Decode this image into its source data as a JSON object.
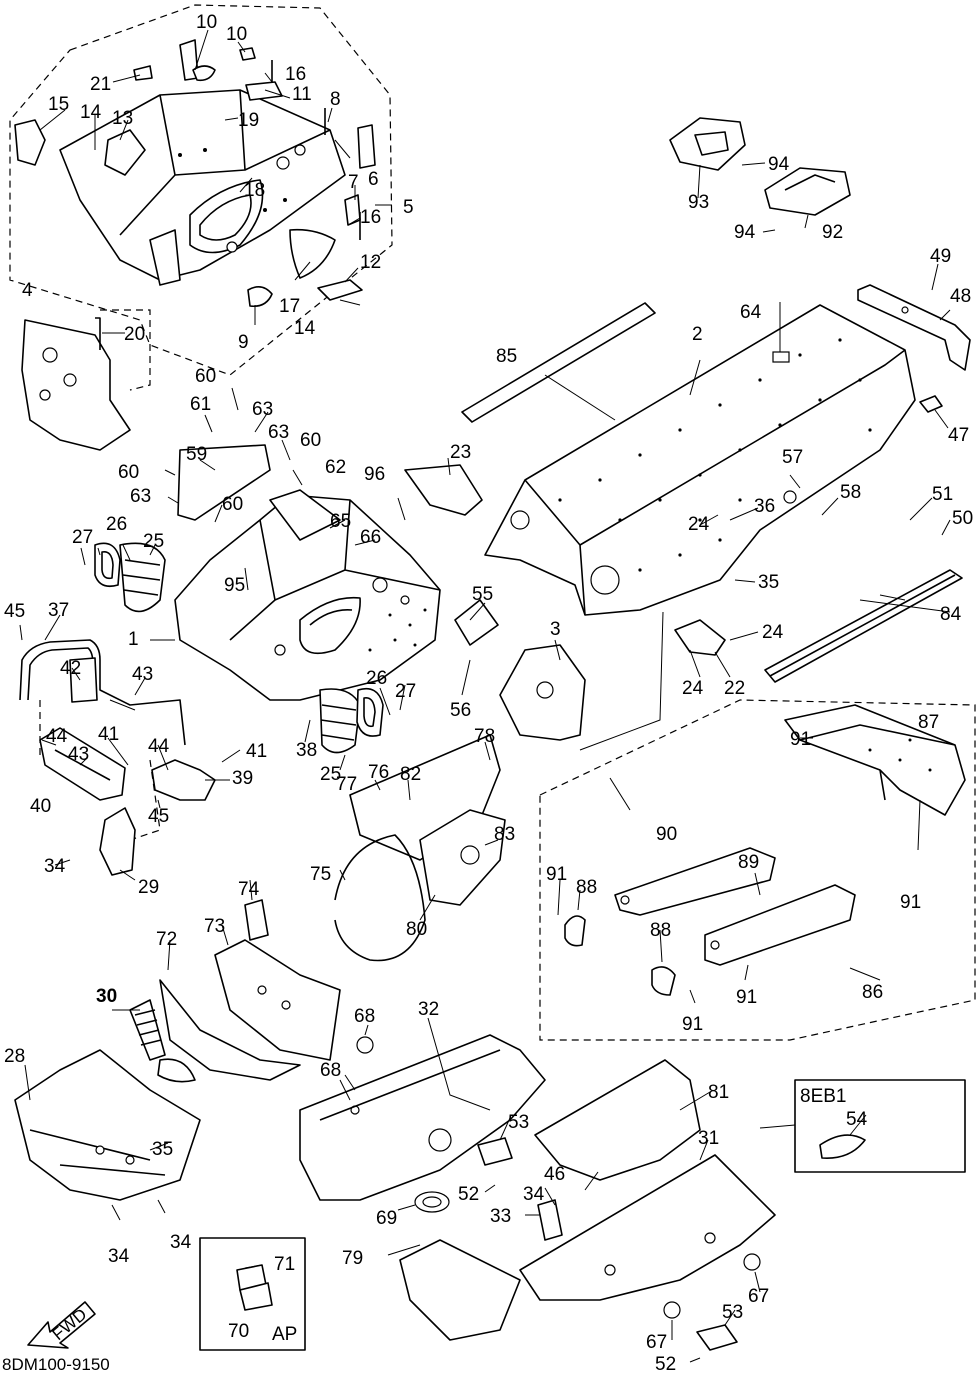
{
  "diagram": {
    "drawing_code": "8DM100-9150",
    "fwd_label": "FWD",
    "inset_8eb1": {
      "label": "8EB1",
      "part": "54"
    },
    "inset_ap": {
      "label": "AP",
      "parts": [
        "70",
        "71"
      ]
    },
    "callouts": {
      "c1": "1",
      "c2": "2",
      "c3": "3",
      "c4": "4",
      "c5": "5",
      "c6": "6",
      "c7": "7",
      "c8": "8",
      "c9": "9",
      "c10a": "10",
      "c10b": "10",
      "c11": "11",
      "c12": "12",
      "c13": "13",
      "c14a": "14",
      "c14b": "14",
      "c15": "15",
      "c16a": "16",
      "c16b": "16",
      "c17": "17",
      "c18": "18",
      "c19": "19",
      "c20": "20",
      "c21": "21",
      "c22": "22",
      "c23": "23",
      "c24a": "24",
      "c24b": "24",
      "c24c": "24",
      "c25a": "25",
      "c25b": "25",
      "c26a": "26",
      "c26b": "26",
      "c27a": "27",
      "c27b": "27",
      "c28": "28",
      "c29": "29",
      "c30": "30",
      "c31": "31",
      "c32": "32",
      "c33": "33",
      "c34a": "34",
      "c34b": "34",
      "c34c": "34",
      "c34d": "34",
      "c35a": "35",
      "c35b": "35",
      "c36": "36",
      "c37": "37",
      "c38": "38",
      "c39": "39",
      "c40": "40",
      "c41a": "41",
      "c41b": "41",
      "c42": "42",
      "c43a": "43",
      "c43b": "43",
      "c44a": "44",
      "c44b": "44",
      "c45a": "45",
      "c45b": "45",
      "c46": "46",
      "c47": "47",
      "c48": "48",
      "c49": "49",
      "c50": "50",
      "c51": "51",
      "c52a": "52",
      "c52b": "52",
      "c53a": "53",
      "c53b": "53",
      "c55": "55",
      "c56": "56",
      "c57": "57",
      "c58": "58",
      "c59": "59",
      "c60a": "60",
      "c60b": "60",
      "c60c": "60",
      "c60d": "60",
      "c61": "61",
      "c62": "62",
      "c63a": "63",
      "c63b": "63",
      "c63c": "63",
      "c64": "64",
      "c65": "65",
      "c66": "66",
      "c67a": "67",
      "c67b": "67",
      "c68a": "68",
      "c68b": "68",
      "c69": "69",
      "c72": "72",
      "c73": "73",
      "c74": "74",
      "c75": "75",
      "c76": "76",
      "c77": "77",
      "c78": "78",
      "c79": "79",
      "c80": "80",
      "c81": "81",
      "c82": "82",
      "c83": "83",
      "c84": "84",
      "c85": "85",
      "c86": "86",
      "c87": "87",
      "c88a": "88",
      "c88b": "88",
      "c89": "89",
      "c90": "90",
      "c91a": "91",
      "c91b": "91",
      "c91c": "91",
      "c91d": "91",
      "c91e": "91",
      "c92": "92",
      "c93": "93",
      "c94a": "94",
      "c94b": "94",
      "c95": "95",
      "c96": "96"
    }
  }
}
